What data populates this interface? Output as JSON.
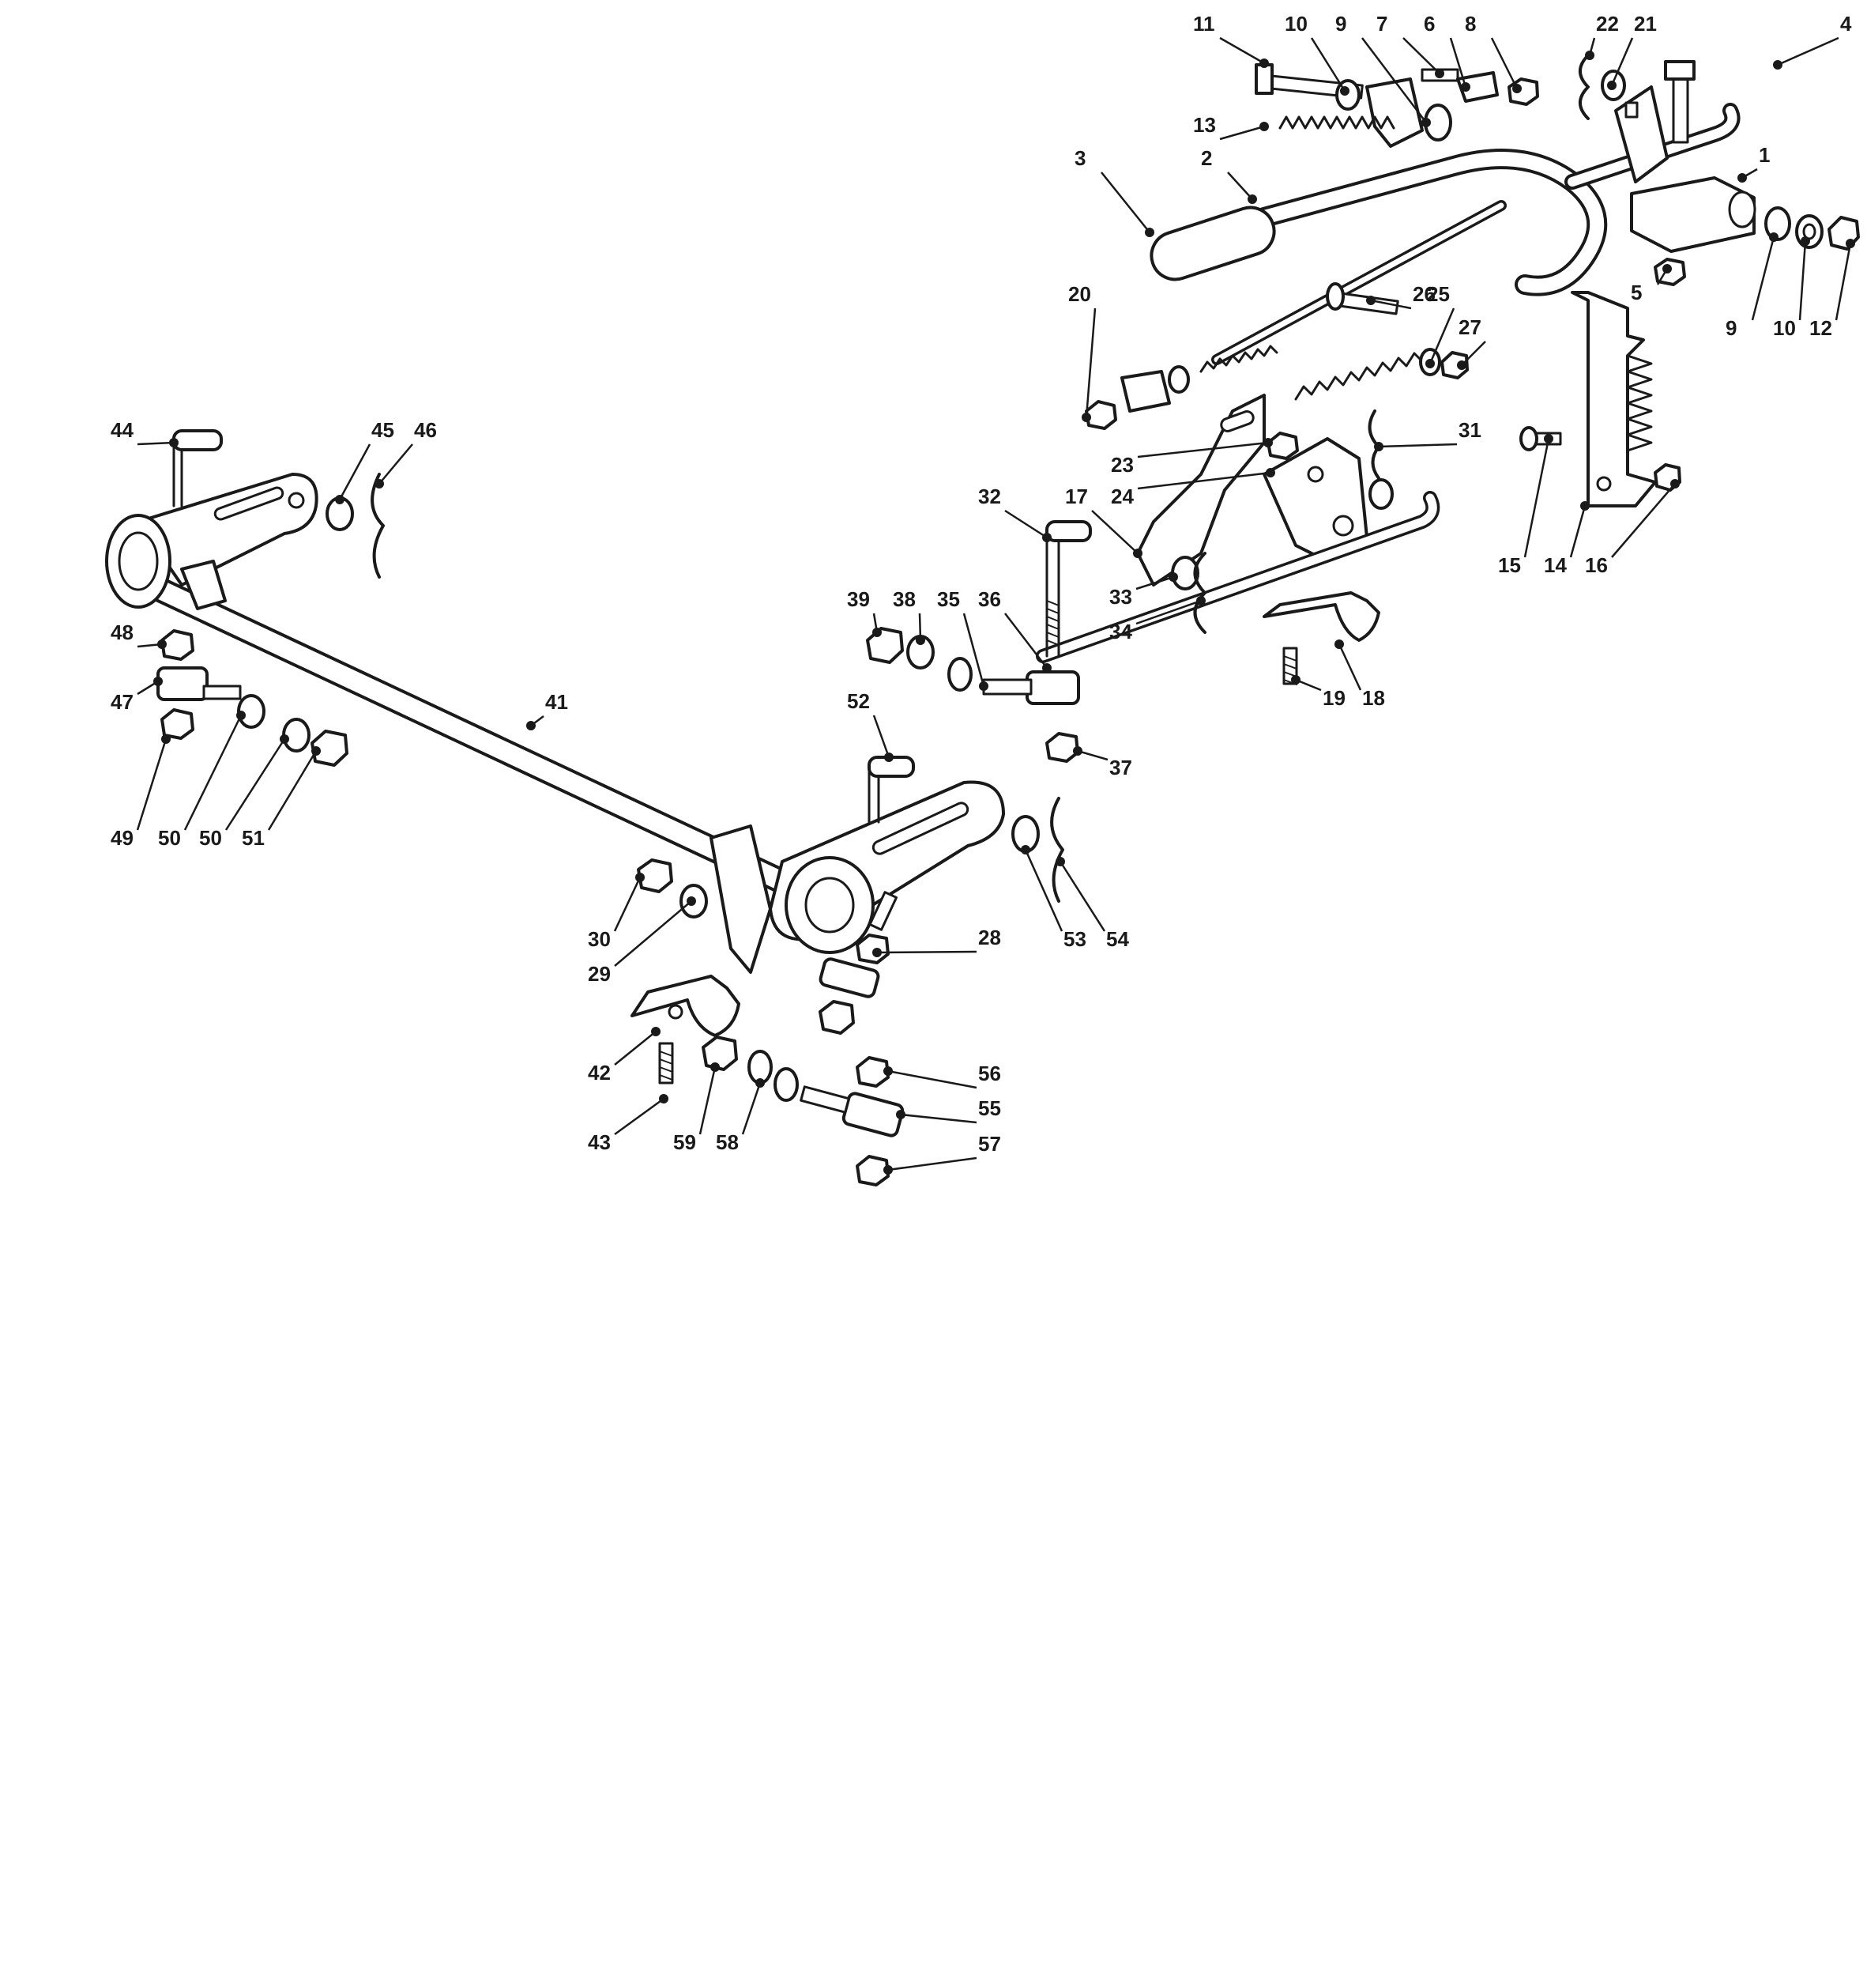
{
  "diagram": {
    "callouts": [
      {
        "id": "c1",
        "text": "1"
      },
      {
        "id": "c2",
        "text": "2"
      },
      {
        "id": "c3",
        "text": "3"
      },
      {
        "id": "c4",
        "text": "4"
      },
      {
        "id": "c5",
        "text": "5"
      },
      {
        "id": "c6",
        "text": "6"
      },
      {
        "id": "c7",
        "text": "7"
      },
      {
        "id": "c8",
        "text": "8"
      },
      {
        "id": "c9a",
        "text": "9"
      },
      {
        "id": "c9b",
        "text": "9"
      },
      {
        "id": "c10a",
        "text": "10"
      },
      {
        "id": "c10b",
        "text": "10"
      },
      {
        "id": "c11",
        "text": "11"
      },
      {
        "id": "c12",
        "text": "12"
      },
      {
        "id": "c13",
        "text": "13"
      },
      {
        "id": "c14",
        "text": "14"
      },
      {
        "id": "c15",
        "text": "15"
      },
      {
        "id": "c16",
        "text": "16"
      },
      {
        "id": "c17",
        "text": "17"
      },
      {
        "id": "c18",
        "text": "18"
      },
      {
        "id": "c19",
        "text": "19"
      },
      {
        "id": "c20",
        "text": "20"
      },
      {
        "id": "c21",
        "text": "21"
      },
      {
        "id": "c22",
        "text": "22"
      },
      {
        "id": "c23",
        "text": "23"
      },
      {
        "id": "c24",
        "text": "24"
      },
      {
        "id": "c25",
        "text": "25"
      },
      {
        "id": "c26",
        "text": "26"
      },
      {
        "id": "c27",
        "text": "27"
      },
      {
        "id": "c28",
        "text": "28"
      },
      {
        "id": "c29",
        "text": "29"
      },
      {
        "id": "c30",
        "text": "30"
      },
      {
        "id": "c31",
        "text": "31"
      },
      {
        "id": "c32",
        "text": "32"
      },
      {
        "id": "c33",
        "text": "33"
      },
      {
        "id": "c34",
        "text": "34"
      },
      {
        "id": "c35",
        "text": "35"
      },
      {
        "id": "c36",
        "text": "36"
      },
      {
        "id": "c37",
        "text": "37"
      },
      {
        "id": "c38",
        "text": "38"
      },
      {
        "id": "c39",
        "text": "39"
      },
      {
        "id": "c41",
        "text": "41"
      },
      {
        "id": "c42",
        "text": "42"
      },
      {
        "id": "c43",
        "text": "43"
      },
      {
        "id": "c44",
        "text": "44"
      },
      {
        "id": "c45",
        "text": "45"
      },
      {
        "id": "c46",
        "text": "46"
      },
      {
        "id": "c47",
        "text": "47"
      },
      {
        "id": "c48",
        "text": "48"
      },
      {
        "id": "c49",
        "text": "49"
      },
      {
        "id": "c50a",
        "text": "50"
      },
      {
        "id": "c50b",
        "text": "50"
      },
      {
        "id": "c51",
        "text": "51"
      },
      {
        "id": "c52",
        "text": "52"
      },
      {
        "id": "c53",
        "text": "53"
      },
      {
        "id": "c54",
        "text": "54"
      },
      {
        "id": "c55",
        "text": "55"
      },
      {
        "id": "c56",
        "text": "56"
      },
      {
        "id": "c57",
        "text": "57"
      },
      {
        "id": "c58",
        "text": "58"
      },
      {
        "id": "c59",
        "text": "59"
      }
    ]
  }
}
